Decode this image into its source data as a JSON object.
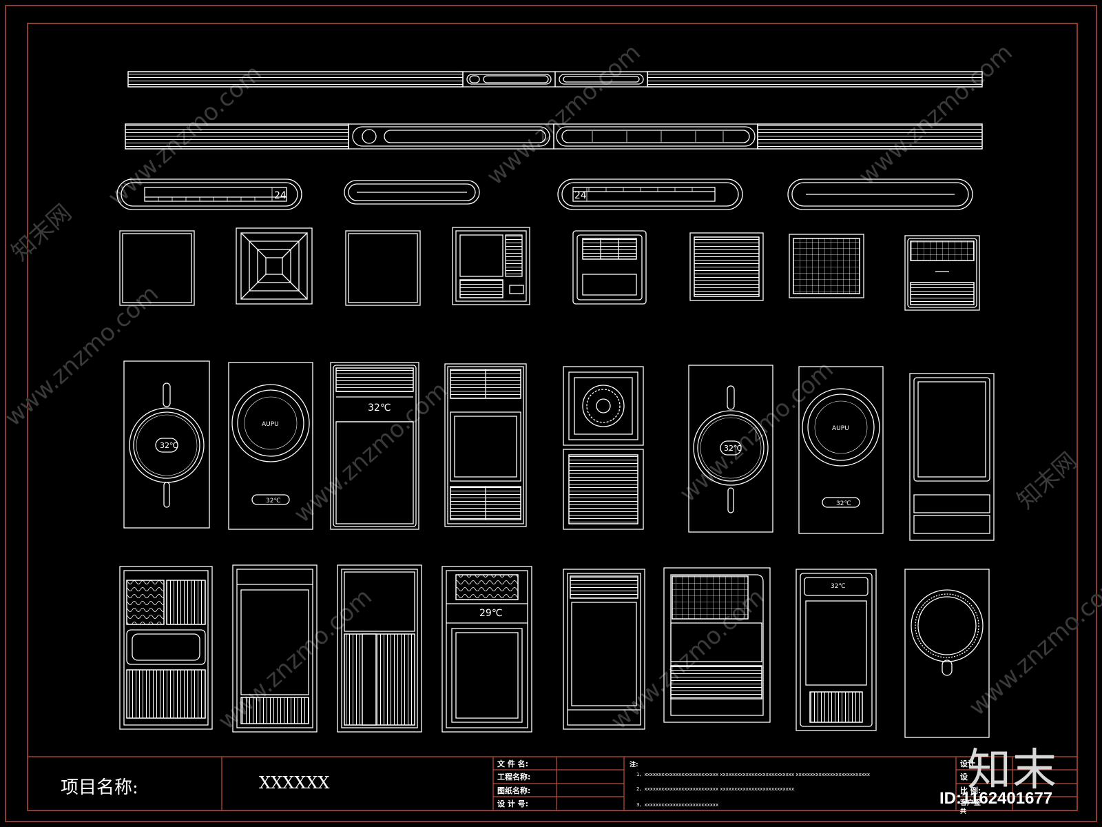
{
  "title_block": {
    "project_label": "项目名称:",
    "project_value": "XXXXXX",
    "fields": [
      "文 件 名:",
      "工程名称:",
      "图纸名称:",
      "设 计 号:"
    ],
    "note_label": "注:",
    "notes": [
      "1、xxxxxxxxxxxxxxxxxxxxxxxxxx   xxxxxxxxxxxxxxxxxxxxxxxxxx   xxxxxxxxxxxxxxxxxxxxxxxxxx",
      "2、xxxxxxxxxxxxxxxxxxxxxxxxxx   xxxxxxxxxxxxxxxxxxxxxxxxxx",
      "3、xxxxxxxxxxxxxxxxxxxxxxxxxx"
    ],
    "right_fields": [
      "设计",
      "设",
      "比   例:",
      "客户签",
      "共"
    ]
  },
  "device_text": {
    "temp_a": "32℃",
    "temp_b": "29℃",
    "num_24": "24",
    "brand": "AUPU"
  },
  "watermark": {
    "logo": "知末",
    "id": "ID:1162401677",
    "site": "www.znzmo.com",
    "site_cn": "知末网"
  },
  "colors": {
    "background": "#000000",
    "line": "#ffffff",
    "border": "#c0503a"
  }
}
